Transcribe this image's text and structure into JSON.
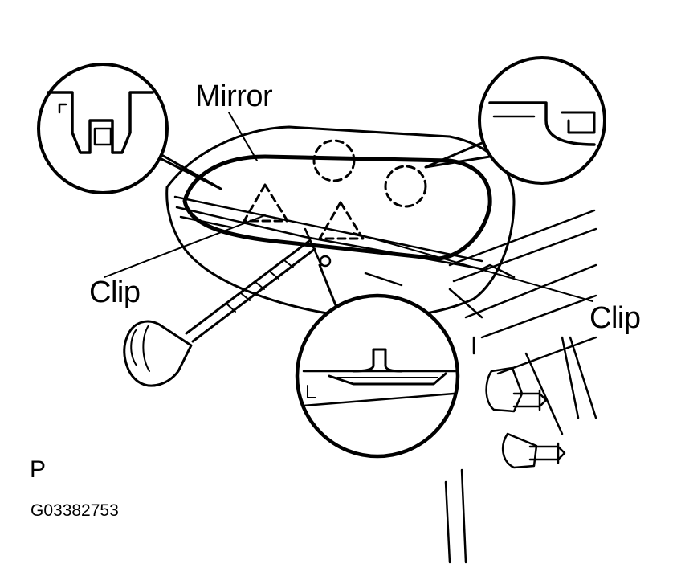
{
  "labels": {
    "mirror": "Mirror",
    "clip_left": "Clip",
    "clip_right": "Clip",
    "view": "P",
    "figure_id": "G03382753"
  },
  "colors": {
    "ink": "#000000",
    "paper": "#ffffff"
  },
  "icons": {
    "screwdriver": "screwdriver-icon",
    "clip_marker": "triangle-dashed-marker",
    "claw_marker": "circle-dashed-marker"
  }
}
